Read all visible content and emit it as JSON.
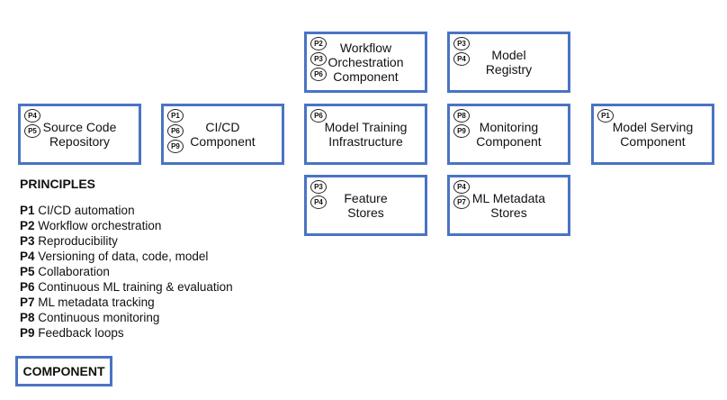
{
  "components": [
    {
      "id": "source-code-repository",
      "label": "Source Code\nRepository",
      "principles": [
        "P4",
        "P5"
      ]
    },
    {
      "id": "cicd-component",
      "label": "CI/CD\nComponent",
      "principles": [
        "P1",
        "P6",
        "P9"
      ]
    },
    {
      "id": "workflow-orchestration-component",
      "label": "Workflow\nOrchestration\nComponent",
      "principles": [
        "P2",
        "P3",
        "P6"
      ]
    },
    {
      "id": "model-registry",
      "label": "Model\nRegistry",
      "principles": [
        "P3",
        "P4"
      ]
    },
    {
      "id": "model-training-infrastructure",
      "label": "Model Training\nInfrastructure",
      "principles": [
        "P6"
      ]
    },
    {
      "id": "monitoring-component",
      "label": "Monitoring\nComponent",
      "principles": [
        "P8",
        "P9"
      ]
    },
    {
      "id": "model-serving-component",
      "label": "Model Serving\nComponent",
      "principles": [
        "P1"
      ]
    },
    {
      "id": "feature-stores",
      "label": "Feature\nStores",
      "principles": [
        "P3",
        "P4"
      ]
    },
    {
      "id": "ml-metadata-stores",
      "label": "ML Metadata\nStores",
      "principles": [
        "P4",
        "P7"
      ]
    }
  ],
  "legend": {
    "title": "PRINCIPLES",
    "principles": [
      {
        "code": "P1",
        "text": "CI/CD automation"
      },
      {
        "code": "P2",
        "text": "Workflow orchestration"
      },
      {
        "code": "P3",
        "text": "Reproducibility"
      },
      {
        "code": "P4",
        "text": "Versioning of data, code, model"
      },
      {
        "code": "P5",
        "text": "Collaboration"
      },
      {
        "code": "P6",
        "text": "Continuous ML training & evaluation"
      },
      {
        "code": "P7",
        "text": "ML metadata tracking"
      },
      {
        "code": "P8",
        "text": "Continuous monitoring"
      },
      {
        "code": "P9",
        "text": "Feedback loops"
      }
    ],
    "component_key": "COMPONENT"
  },
  "colors": {
    "border": "#4a74c4"
  }
}
